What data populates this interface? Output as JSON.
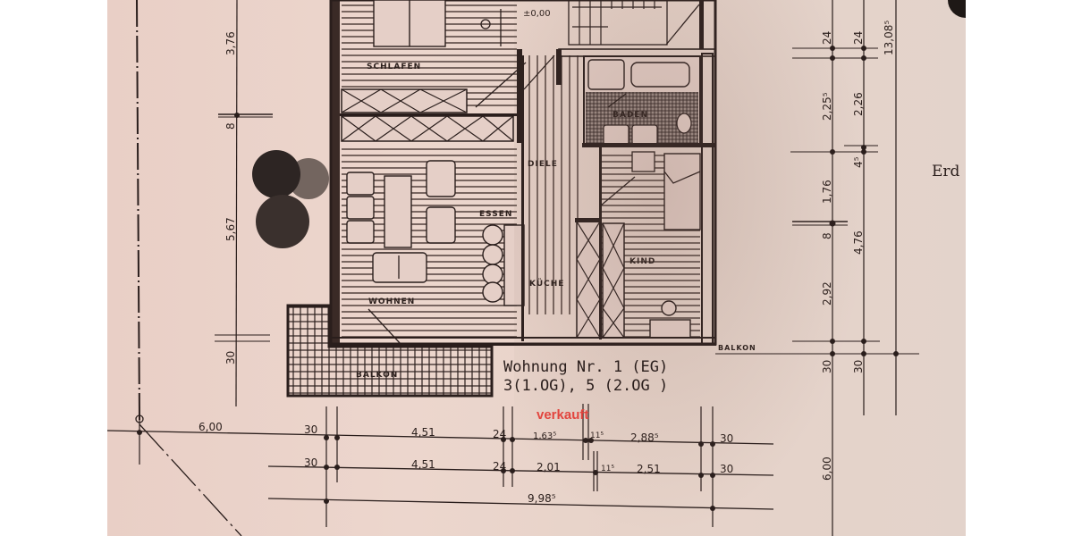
{
  "plan": {
    "title_line1": "Wohnung Nr. 1 (EG)",
    "title_line2": "3(1.OG), 5 (2.OG )",
    "status_label": "verkauft",
    "status_color": "#e2453e",
    "side_label": "Erd",
    "rooms": {
      "schlafen": "SCHLAFEN",
      "diele": "DIELE",
      "baden": "BADEN",
      "essen": "ESSEN",
      "wohnen": "WOHNEN",
      "kueche": "KÜCHE",
      "kind": "KIND",
      "balkon": "BALKON",
      "balkon2": "BALKON",
      "stair_level": "±0,00"
    },
    "dimensions": {
      "left": {
        "top": "3,76",
        "mid": "8",
        "bottom": "5,67",
        "low": "30"
      },
      "right_col1": [
        "24",
        "2,25⁵",
        "1,76",
        "8",
        "2,92",
        "30",
        "6,00"
      ],
      "right_col2": [
        "24",
        "2,26",
        "4⁵",
        "4,76",
        "30"
      ],
      "right_total": "13,08⁵",
      "bottom_row1": [
        "6,00",
        "30",
        "4,51",
        "24",
        "1,63⁵",
        "11⁵",
        "2,88⁵",
        "30"
      ],
      "bottom_row2": [
        "30",
        "4,51",
        "24",
        "2,01",
        "11⁵",
        "2,51",
        "30"
      ],
      "bottom_total": "9,98⁵"
    }
  }
}
